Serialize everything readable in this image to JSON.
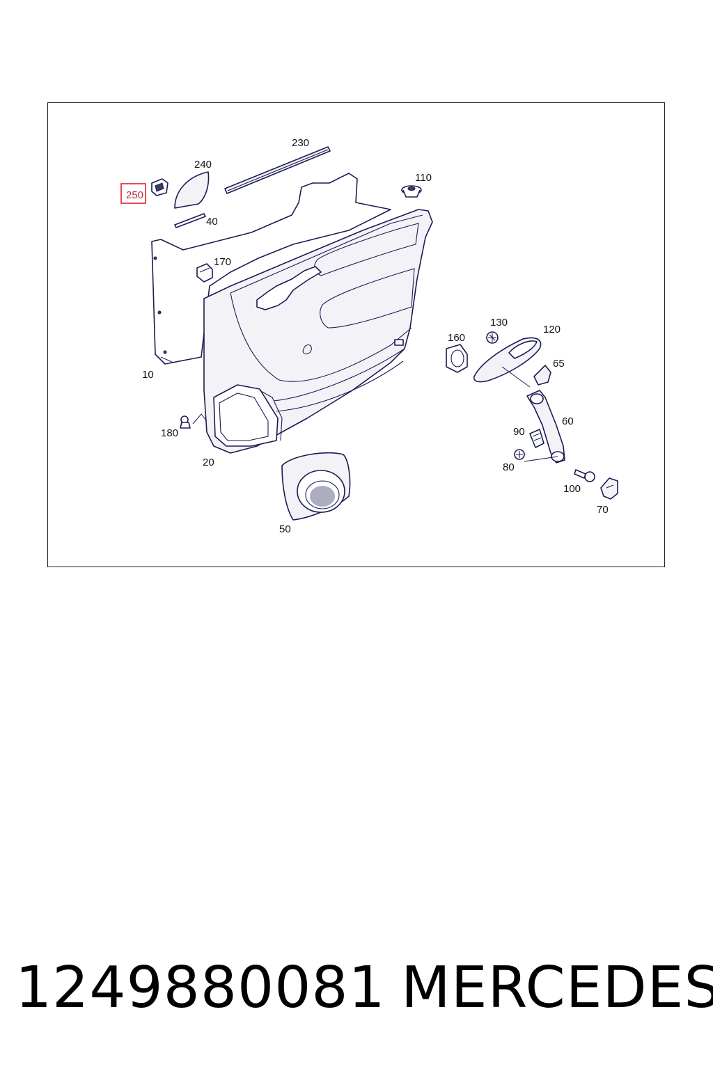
{
  "diagram": {
    "highlighted_callout": "250",
    "callouts": {
      "c230": "230",
      "c240": "240",
      "c250": "250",
      "c40": "40",
      "c110": "110",
      "c170": "170",
      "c10": "10",
      "c180": "180",
      "c20": "20",
      "c50": "50",
      "c160": "160",
      "c130": "130",
      "c120": "120",
      "c65": "65",
      "c90": "90",
      "c60": "60",
      "c80": "80",
      "c100": "100",
      "c70": "70"
    },
    "colors": {
      "line": "#1b1b52",
      "highlight": "#e0202a"
    }
  },
  "footer": {
    "part_number": "1249880081",
    "brand": "MERCEDES"
  }
}
